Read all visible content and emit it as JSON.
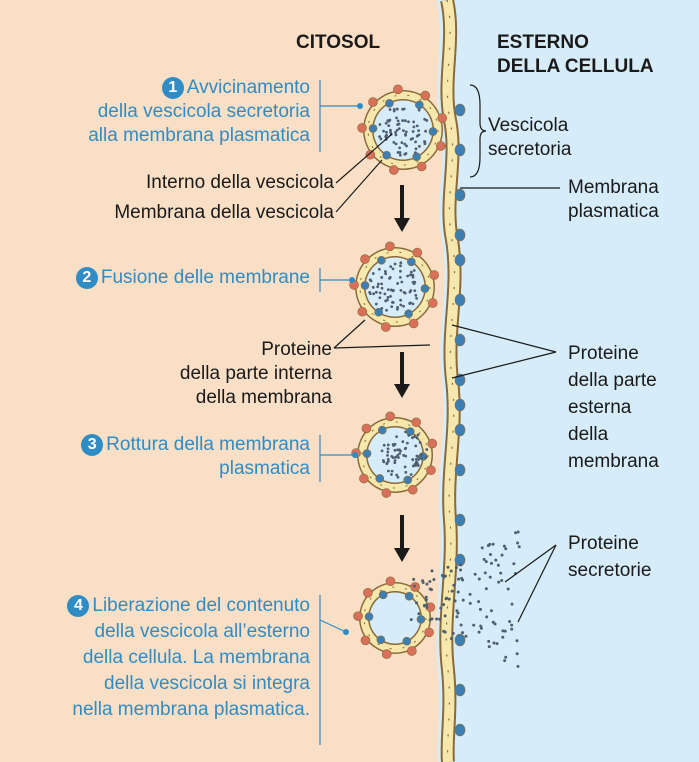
{
  "headers": {
    "cytosol": "CITOSOL",
    "exterior": [
      "ESTERNO",
      "DELLA CELLULA"
    ]
  },
  "steps": [
    {
      "number": "1",
      "lines": [
        "Avvicinamento",
        "della vescicola secretoria",
        "alla membrana plasmatica"
      ]
    },
    {
      "number": "2",
      "lines": [
        "Fusione delle membrane"
      ]
    },
    {
      "number": "3",
      "lines": [
        "Rottura della membrana",
        "plasmatica"
      ]
    },
    {
      "number": "4",
      "lines": [
        "Liberazione del contenuto",
        "della vescicola all’esterno",
        "della cellula. La membrana",
        "della vescicola si integra",
        "nella membrana plasmatica."
      ]
    }
  ],
  "labels": {
    "vesicle_interior": "Interno della vescicola",
    "vesicle_membrane": "Membrana della vescicola",
    "secretory_vesicle": [
      "Vescicola",
      "secretoria"
    ],
    "plasma_membrane": [
      "Membrana",
      "plasmatica"
    ],
    "inner_proteins": [
      "Proteine",
      "della parte interna",
      "della membrana"
    ],
    "outer_proteins": [
      "Proteine",
      "della parte",
      "esterna",
      "della",
      "membrana"
    ],
    "secretory_proteins": [
      "Proteine",
      "secretorie"
    ]
  },
  "colors": {
    "cytosol": "#f9dfc6",
    "exterior": "#d6ecf8",
    "membrane_fill": "#f6e7ad",
    "membrane_outline": "#8a6a3a",
    "step_blue": "#2f8cc4",
    "inner_protein": "#d9705a",
    "outer_protein": "#3d7fb3",
    "secretory_dot": "#4f5f6f"
  }
}
